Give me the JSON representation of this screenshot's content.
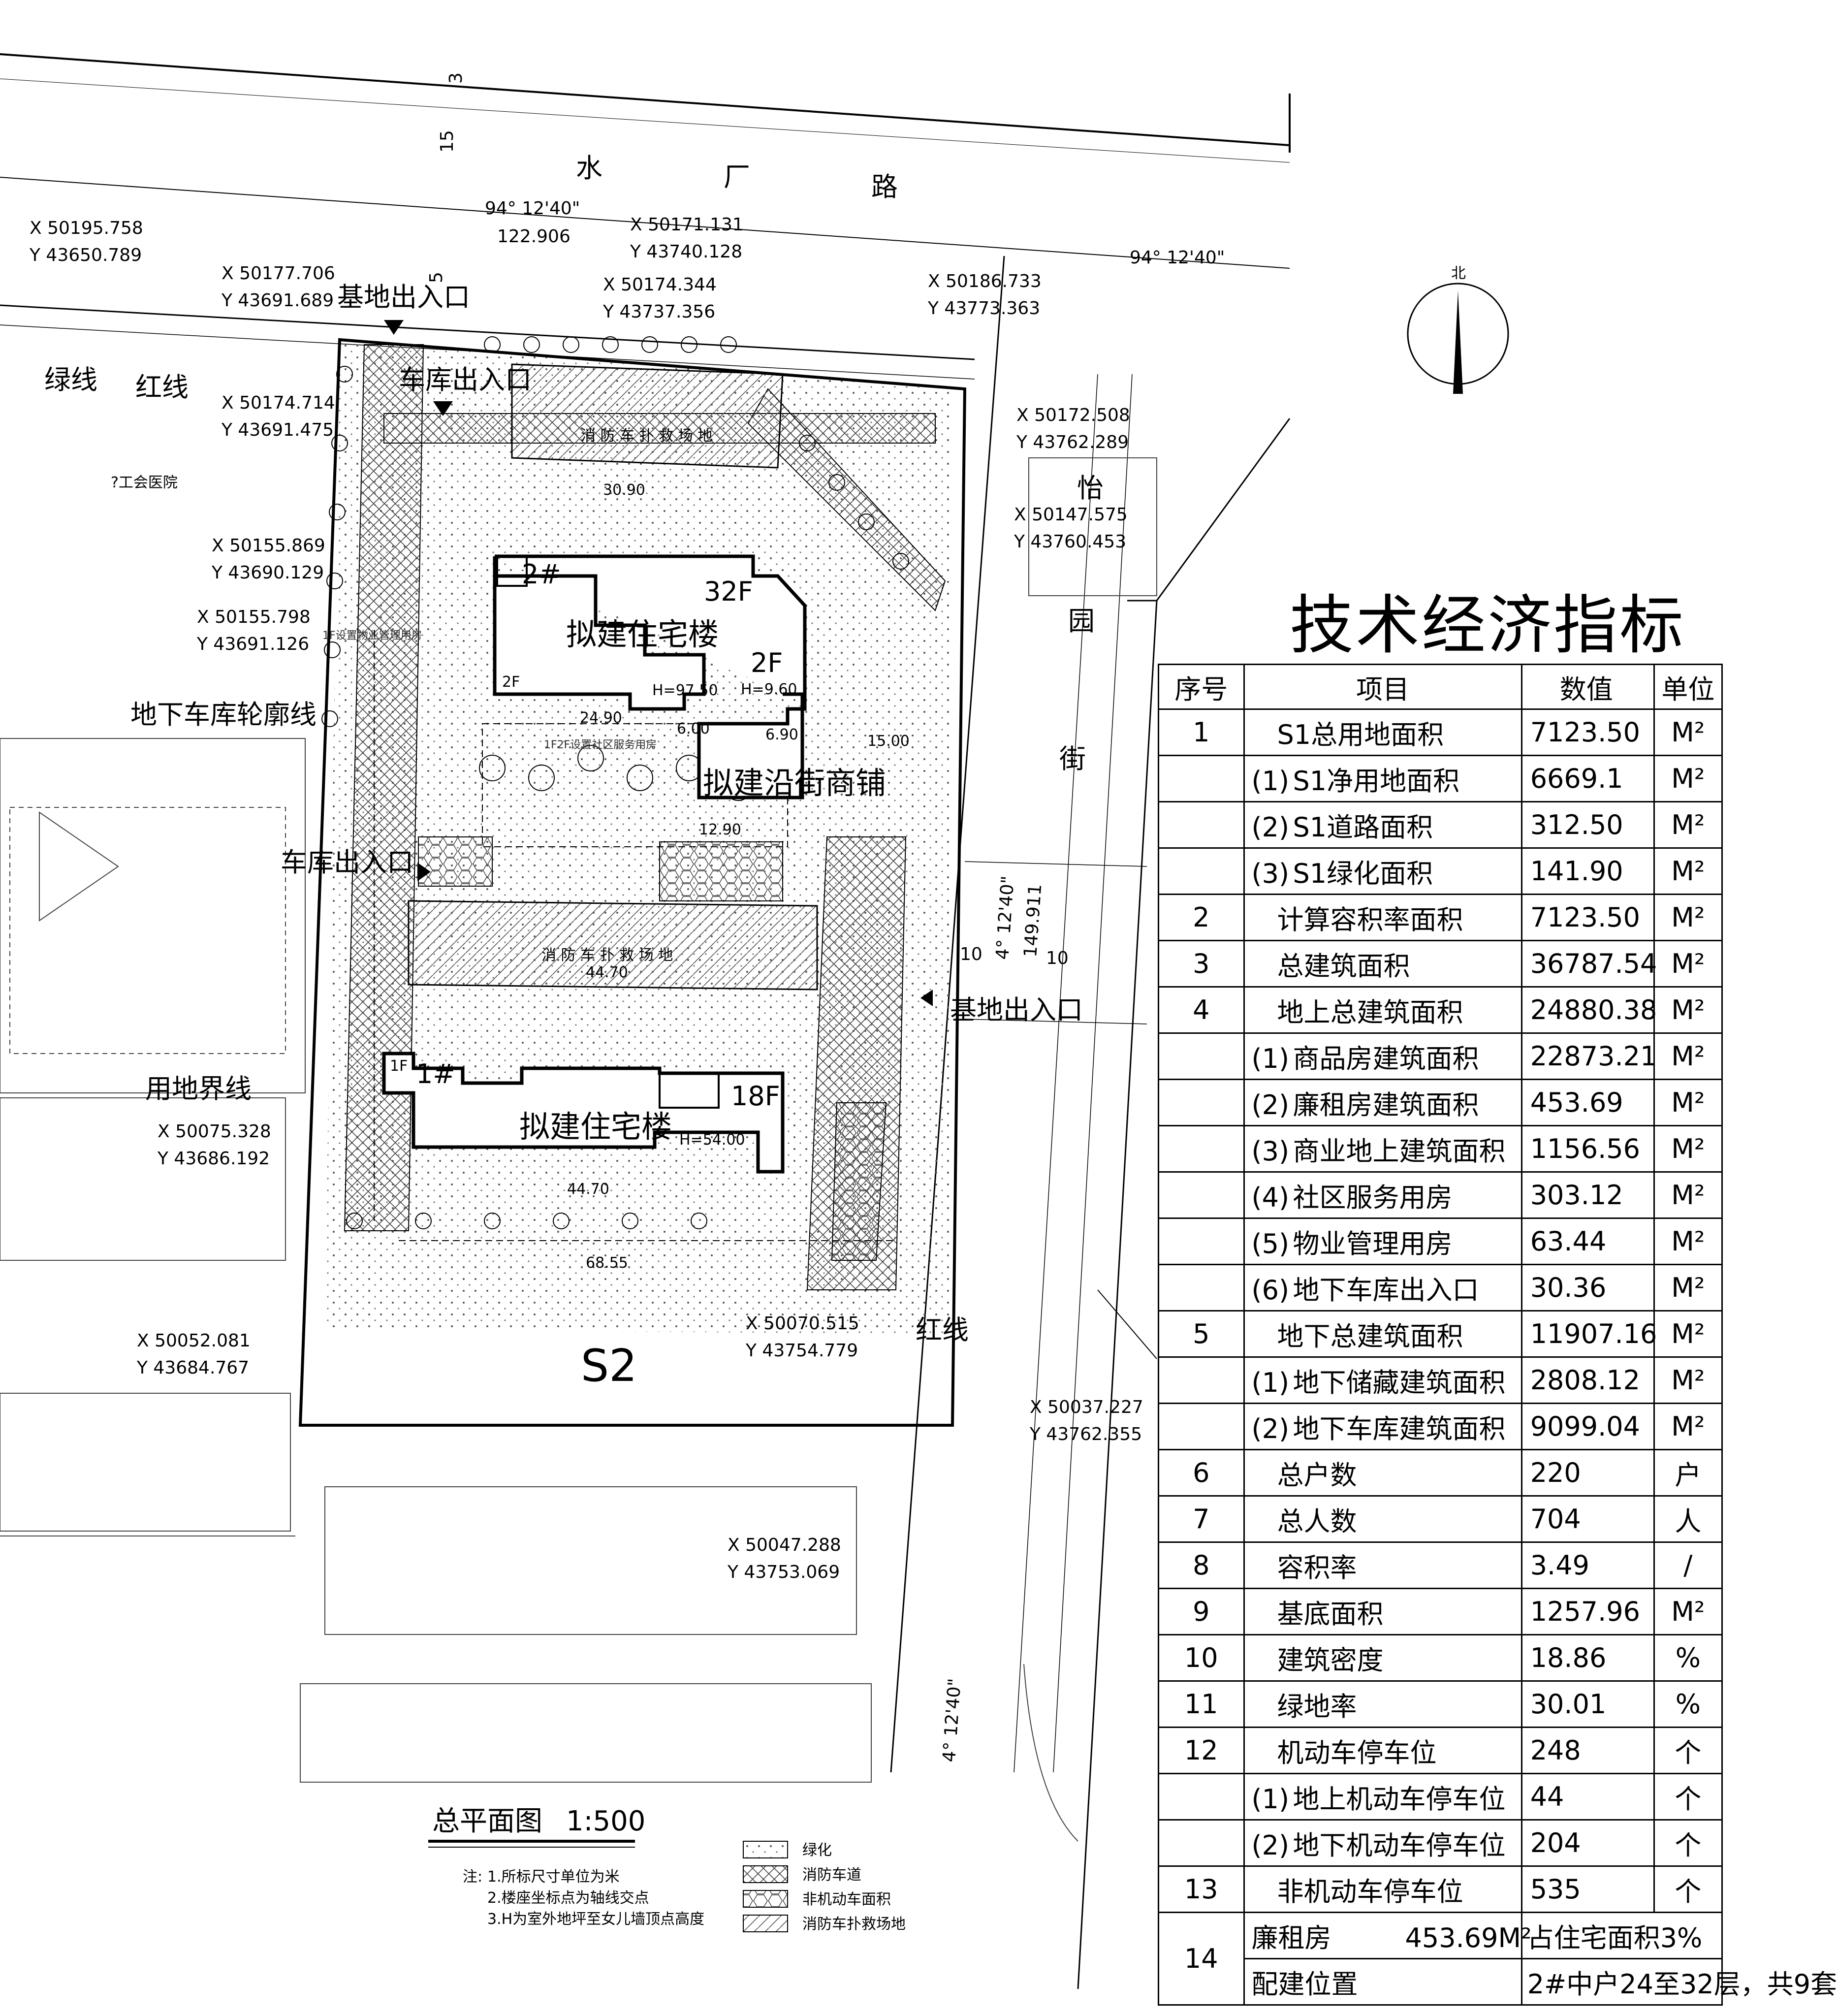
{
  "road_labels": {
    "water_plant_road_1": "水",
    "water_plant_road_2": "厂",
    "water_plant_road_3": "路",
    "yiyuan_street_1": "怡",
    "yiyuan_street_2": "园",
    "yiyuan_street_3": "街"
  },
  "plan_labels": {
    "green_line": "绿线",
    "red_line_top": "红线",
    "red_line_right": "红线",
    "hospital": "?工会医院",
    "site_entrance_top": "基地出入口",
    "site_entrance_right": "基地出入口",
    "garage_entrance_top": "车库出入口",
    "garage_entrance_left": "车库出入口",
    "underground_outline": "地下车库轮廓线",
    "land_boundary": "用地界线",
    "fire_rescue_top": "消 防 车 扑 救 场 地",
    "fire_rescue_mid": "消 防 车 扑 救 场 地",
    "building2_name": "拟建住宅楼",
    "building2_no": "2#",
    "building2_floors": "32F",
    "building2_2f_a": "2F",
    "building2_2f_b": "2F",
    "building2_height": "H=97.50",
    "building2_h2": "H=9.60",
    "shops": "拟建沿街商铺",
    "building1_name": "拟建住宅楼",
    "building1_no": "1#",
    "building1_floors": "18F",
    "building1_1f": "1F",
    "building1_height": "H=54.00",
    "mgmt_room": "1F设置物业管理用房",
    "community_room": "1F2F设置社区服务用房",
    "parcel": "S2",
    "north": "北"
  },
  "coords": [
    {
      "x": "X 50195.758",
      "y": "Y 43650.789"
    },
    {
      "x": "X 50177.706",
      "y": "Y 43691.689"
    },
    {
      "x": "X 50171.131",
      "y": "Y 43740.128"
    },
    {
      "x": "X 50174.344",
      "y": "Y 43737.356"
    },
    {
      "x": "X 50186.733",
      "y": "Y 43773.363"
    },
    {
      "x": "X 50174.714",
      "y": "Y 43691.475"
    },
    {
      "x": "X 50172.508",
      "y": "Y 43762.289"
    },
    {
      "x": "X 50155.869",
      "y": "Y 43690.129"
    },
    {
      "x": "X 50147.575",
      "y": "Y 43760.453"
    },
    {
      "x": "X 50155.798",
      "y": "Y 43691.126"
    },
    {
      "x": "X 50075.328",
      "y": "Y 43686.192"
    },
    {
      "x": "X 50052.081",
      "y": "Y 43684.767"
    },
    {
      "x": "X 50070.515",
      "y": "Y 43754.779"
    },
    {
      "x": "X 50037.227",
      "y": "Y 43762.355"
    },
    {
      "x": "X 50047.288",
      "y": "Y 43753.069"
    }
  ],
  "dims": {
    "angle_top_left": "94° 12'40\"",
    "dim_top": "122.906",
    "angle_top_right": "94° 12'40\"",
    "angle_right": "4° 12'40\"",
    "dim_right": "149.911",
    "angle_bottom": "4° 12'40\"",
    "d15": "15",
    "d3": "3",
    "d5": "5",
    "d10a": "10",
    "d10b": "10",
    "d30_90": "30.90",
    "d24_90": "24.90",
    "d44_70a": "44.70",
    "d44_70b": "44.70",
    "d68_55": "68.55",
    "d12_90": "12.90",
    "d6_00": "6.00",
    "d6_90": "6.90",
    "d15_00": "15.00"
  },
  "plan_title": {
    "title": "总平面图",
    "scale": "1:500"
  },
  "notes": {
    "prefix": "注:",
    "n1": "1.所标尺寸单位为米",
    "n2": "2.楼座坐标点为轴线交点",
    "n3": "3.H为室外地坪至女儿墙顶点高度"
  },
  "legend": [
    "绿化",
    "消防车道",
    "非机动车面积",
    "消防车扑救场地"
  ],
  "tech_table": {
    "title": "技术经济指标",
    "headers": {
      "no": "序号",
      "item": "项目",
      "value": "数值",
      "unit": "单位"
    },
    "rows": [
      {
        "no": "1",
        "item": "S1总用地面积",
        "value": "7123.50",
        "unit": "M²"
      },
      {
        "no": "",
        "sub": "(1)",
        "item": "S1净用地面积",
        "value": "6669.1",
        "unit": "M²"
      },
      {
        "no": "",
        "sub": "(2)",
        "item": "S1道路面积",
        "value": "312.50",
        "unit": "M²"
      },
      {
        "no": "",
        "sub": "(3)",
        "item": "S1绿化面积",
        "value": "141.90",
        "unit": "M²"
      },
      {
        "no": "2",
        "item": "计算容积率面积",
        "value": "7123.50",
        "unit": "M²"
      },
      {
        "no": "3",
        "item": "总建筑面积",
        "value": "36787.54",
        "unit": "M²"
      },
      {
        "no": "4",
        "item": "地上总建筑面积",
        "value": "24880.38",
        "unit": "M²"
      },
      {
        "no": "",
        "sub": "(1)",
        "item": "商品房建筑面积",
        "value": "22873.21",
        "unit": "M²"
      },
      {
        "no": "",
        "sub": "(2)",
        "item": "廉租房建筑面积",
        "value": "453.69",
        "unit": "M²"
      },
      {
        "no": "",
        "sub": "(3)",
        "item": "商业地上建筑面积",
        "value": "1156.56",
        "unit": "M²"
      },
      {
        "no": "",
        "sub": "(4)",
        "item": "社区服务用房",
        "value": "303.12",
        "unit": "M²"
      },
      {
        "no": "",
        "sub": "(5)",
        "item": "物业管理用房",
        "value": "63.44",
        "unit": "M²"
      },
      {
        "no": "",
        "sub": "(6)",
        "item": "地下车库出入口",
        "value": "30.36",
        "unit": "M²"
      },
      {
        "no": "5",
        "item": "地下总建筑面积",
        "value": "11907.16",
        "unit": "M²"
      },
      {
        "no": "",
        "sub": "(1)",
        "item": "地下储藏建筑面积",
        "value": "2808.12",
        "unit": "M²"
      },
      {
        "no": "",
        "sub": "(2)",
        "item": "地下车库建筑面积",
        "value": "9099.04",
        "unit": "M²"
      },
      {
        "no": "6",
        "item": "总户数",
        "value": "220",
        "unit": "户"
      },
      {
        "no": "7",
        "item": "总人数",
        "value": "704",
        "unit": "人"
      },
      {
        "no": "8",
        "item": "容积率",
        "value": "3.49",
        "unit": "/"
      },
      {
        "no": "9",
        "item": "基底面积",
        "value": "1257.96",
        "unit": "M²"
      },
      {
        "no": "10",
        "item": "建筑密度",
        "value": "18.86",
        "unit": "%"
      },
      {
        "no": "11",
        "item": "绿地率",
        "value": "30.01",
        "unit": "%"
      },
      {
        "no": "12",
        "item": "机动车停车位",
        "value": "248",
        "unit": "个"
      },
      {
        "no": "",
        "sub": "(1)",
        "item": "地上机动车停车位",
        "value": "44",
        "unit": "个"
      },
      {
        "no": "",
        "sub": "(2)",
        "item": "地下机动车停车位",
        "value": "204",
        "unit": "个"
      },
      {
        "no": "13",
        "item": "非机动车停车位",
        "value": "535",
        "unit": "个"
      }
    ],
    "row14": {
      "no": "14",
      "label1": "廉租房",
      "value1": "453.69M²",
      "note1": "占住宅面积3%",
      "label2": "配建位置",
      "value2": "2#中户24至32层，共9套"
    }
  }
}
